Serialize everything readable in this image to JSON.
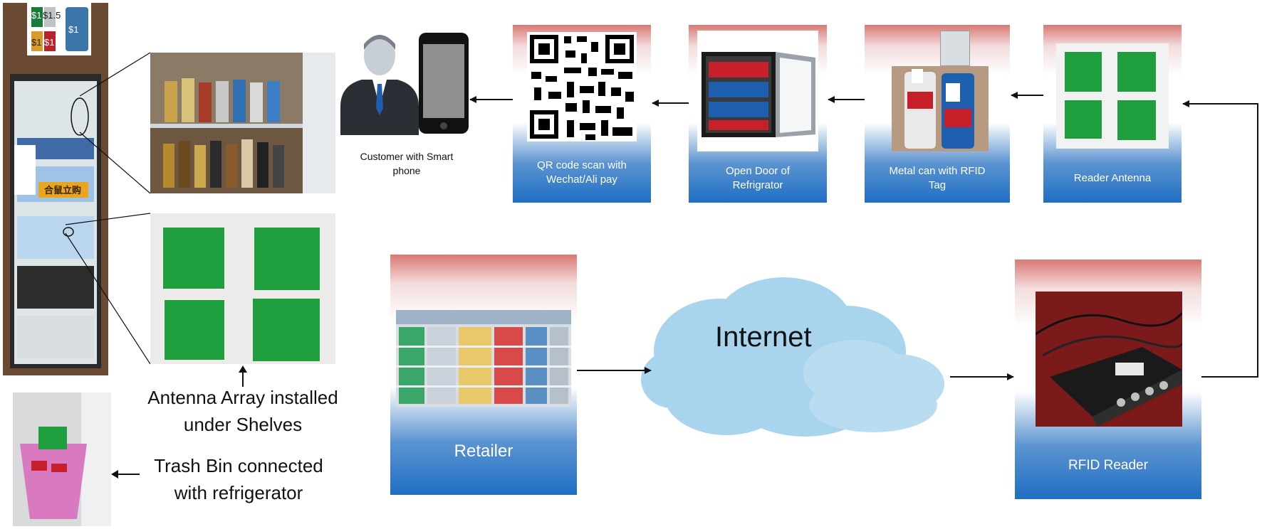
{
  "price_tags": [
    "$1",
    "$1.5",
    "$1",
    "$1",
    "$1"
  ],
  "fridge_sign": "合鼠立购",
  "captions": {
    "antenna_array": "Antenna Array installed under Shelves",
    "trash_bin": "Trash Bin connected with refrigerator",
    "customer": "Customer with Smart phone"
  },
  "flow": {
    "qr": "QR code scan with Wechat/Ali pay",
    "door": "Open Door of Refrigrator",
    "can": "Metal can with RFID Tag",
    "antenna": "Reader Antenna",
    "retailer": "Retailer",
    "reader": "RFID Reader",
    "internet": "Internet"
  },
  "colors": {
    "card_blue": "#1f6fc4",
    "card_red": "#d97874",
    "antenna_green": "#1e9e3c",
    "cloud": "#a9d4ee"
  }
}
